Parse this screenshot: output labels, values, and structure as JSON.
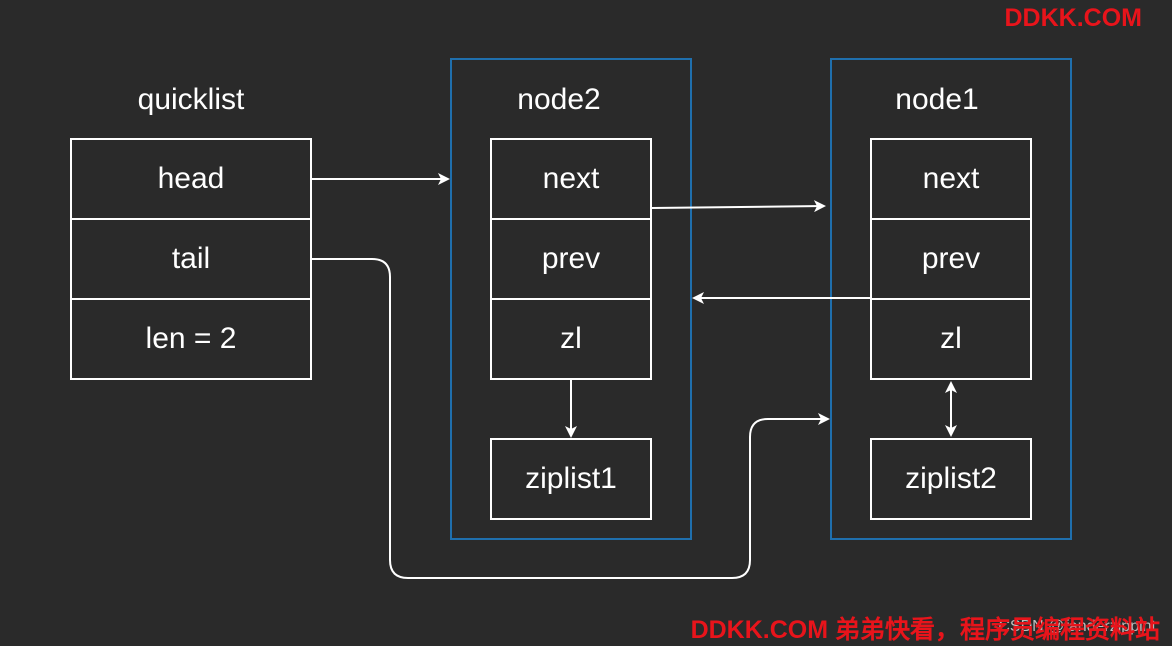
{
  "watermark": {
    "top": "DDKK.COM",
    "bottom": "DDKK.COM 弟弟快看，程序员编程资料站",
    "csdn": "CSDN @fanderzipplnt"
  },
  "quicklist": {
    "title": "quicklist",
    "fields": [
      "head",
      "tail",
      "len = 2"
    ]
  },
  "node2": {
    "title": "node2",
    "fields": [
      "next",
      "prev",
      "zl"
    ],
    "ziplist": "ziplist1"
  },
  "node1": {
    "title": "node1",
    "fields": [
      "next",
      "prev",
      "zl"
    ],
    "ziplist": "ziplist2"
  },
  "colors": {
    "background": "#2a2a2a",
    "box_border": "#ffffff",
    "node_container_border": "#1f6fad",
    "watermark": "#e8141b"
  }
}
